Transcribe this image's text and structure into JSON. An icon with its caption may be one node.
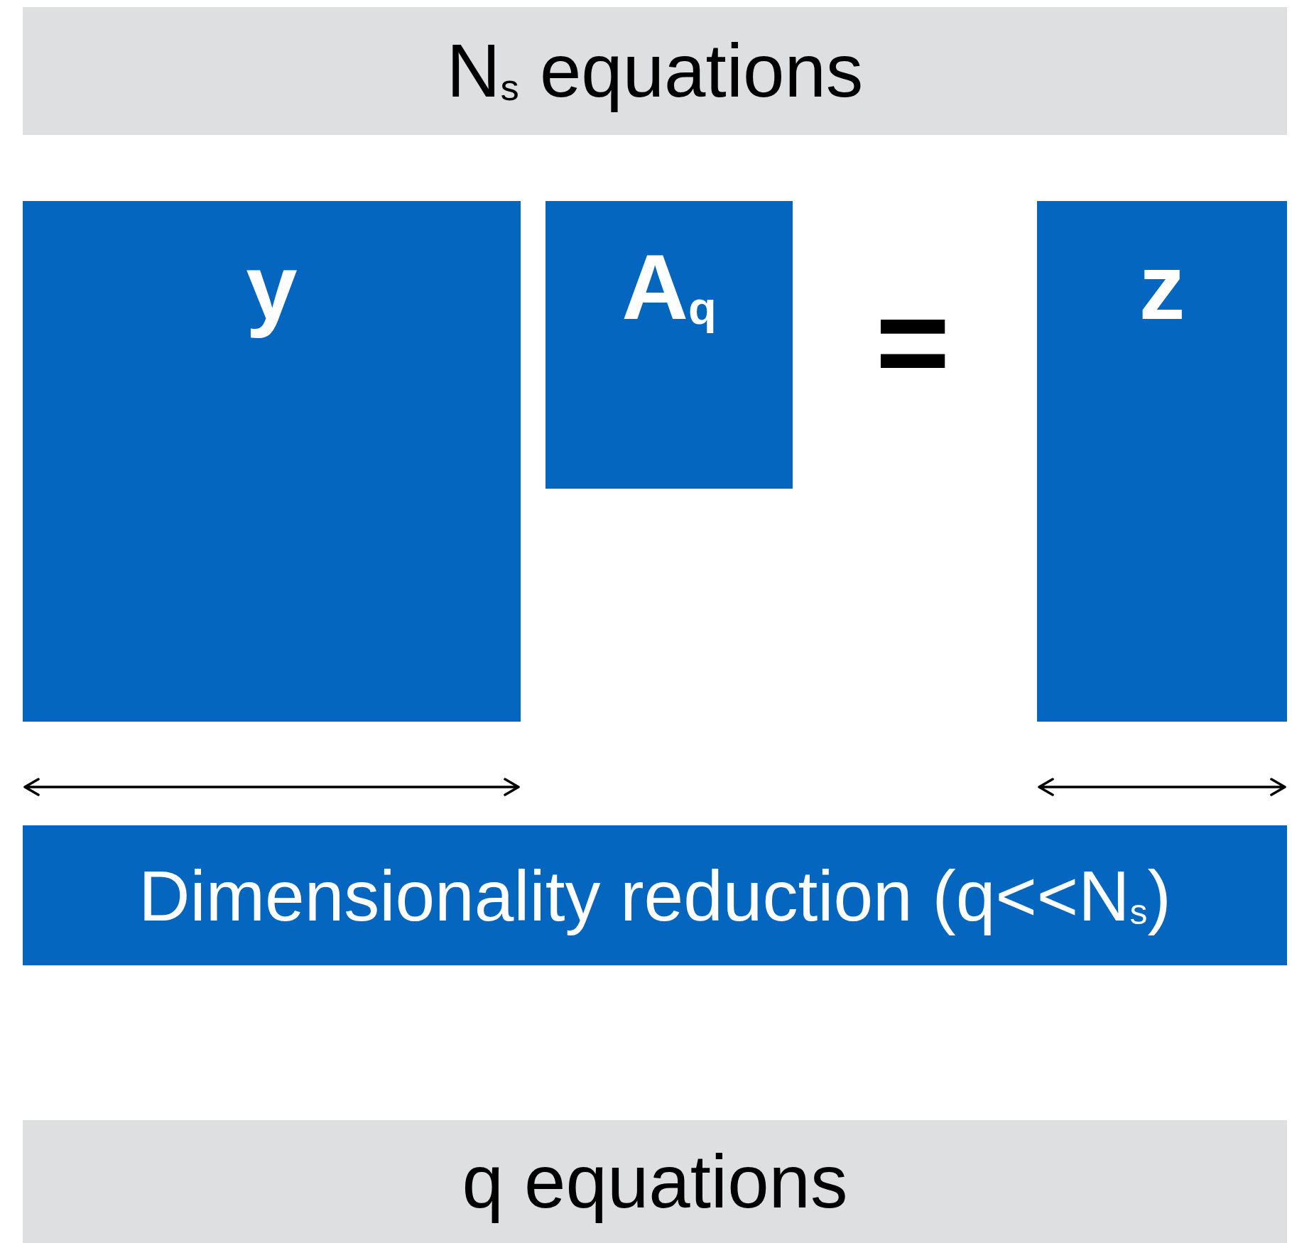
{
  "diagram": {
    "nodes": [
      {
        "text": [
          "N$_{s}$ equations"
        ]
      },
      {
        "text": [
          "y"
        ]
      },
      {
        "text": [
          "A$_{q}$"
        ]
      },
      {
        "text": [
          "z"
        ]
      },
      {
        "text": [
          "Dimensionality reduction (q<<N$_{s}$)"
        ]
      },
      {
        "text": [
          "q equations"
        ]
      }
    ],
    "labels": [
      "="
    ]
  }
}
